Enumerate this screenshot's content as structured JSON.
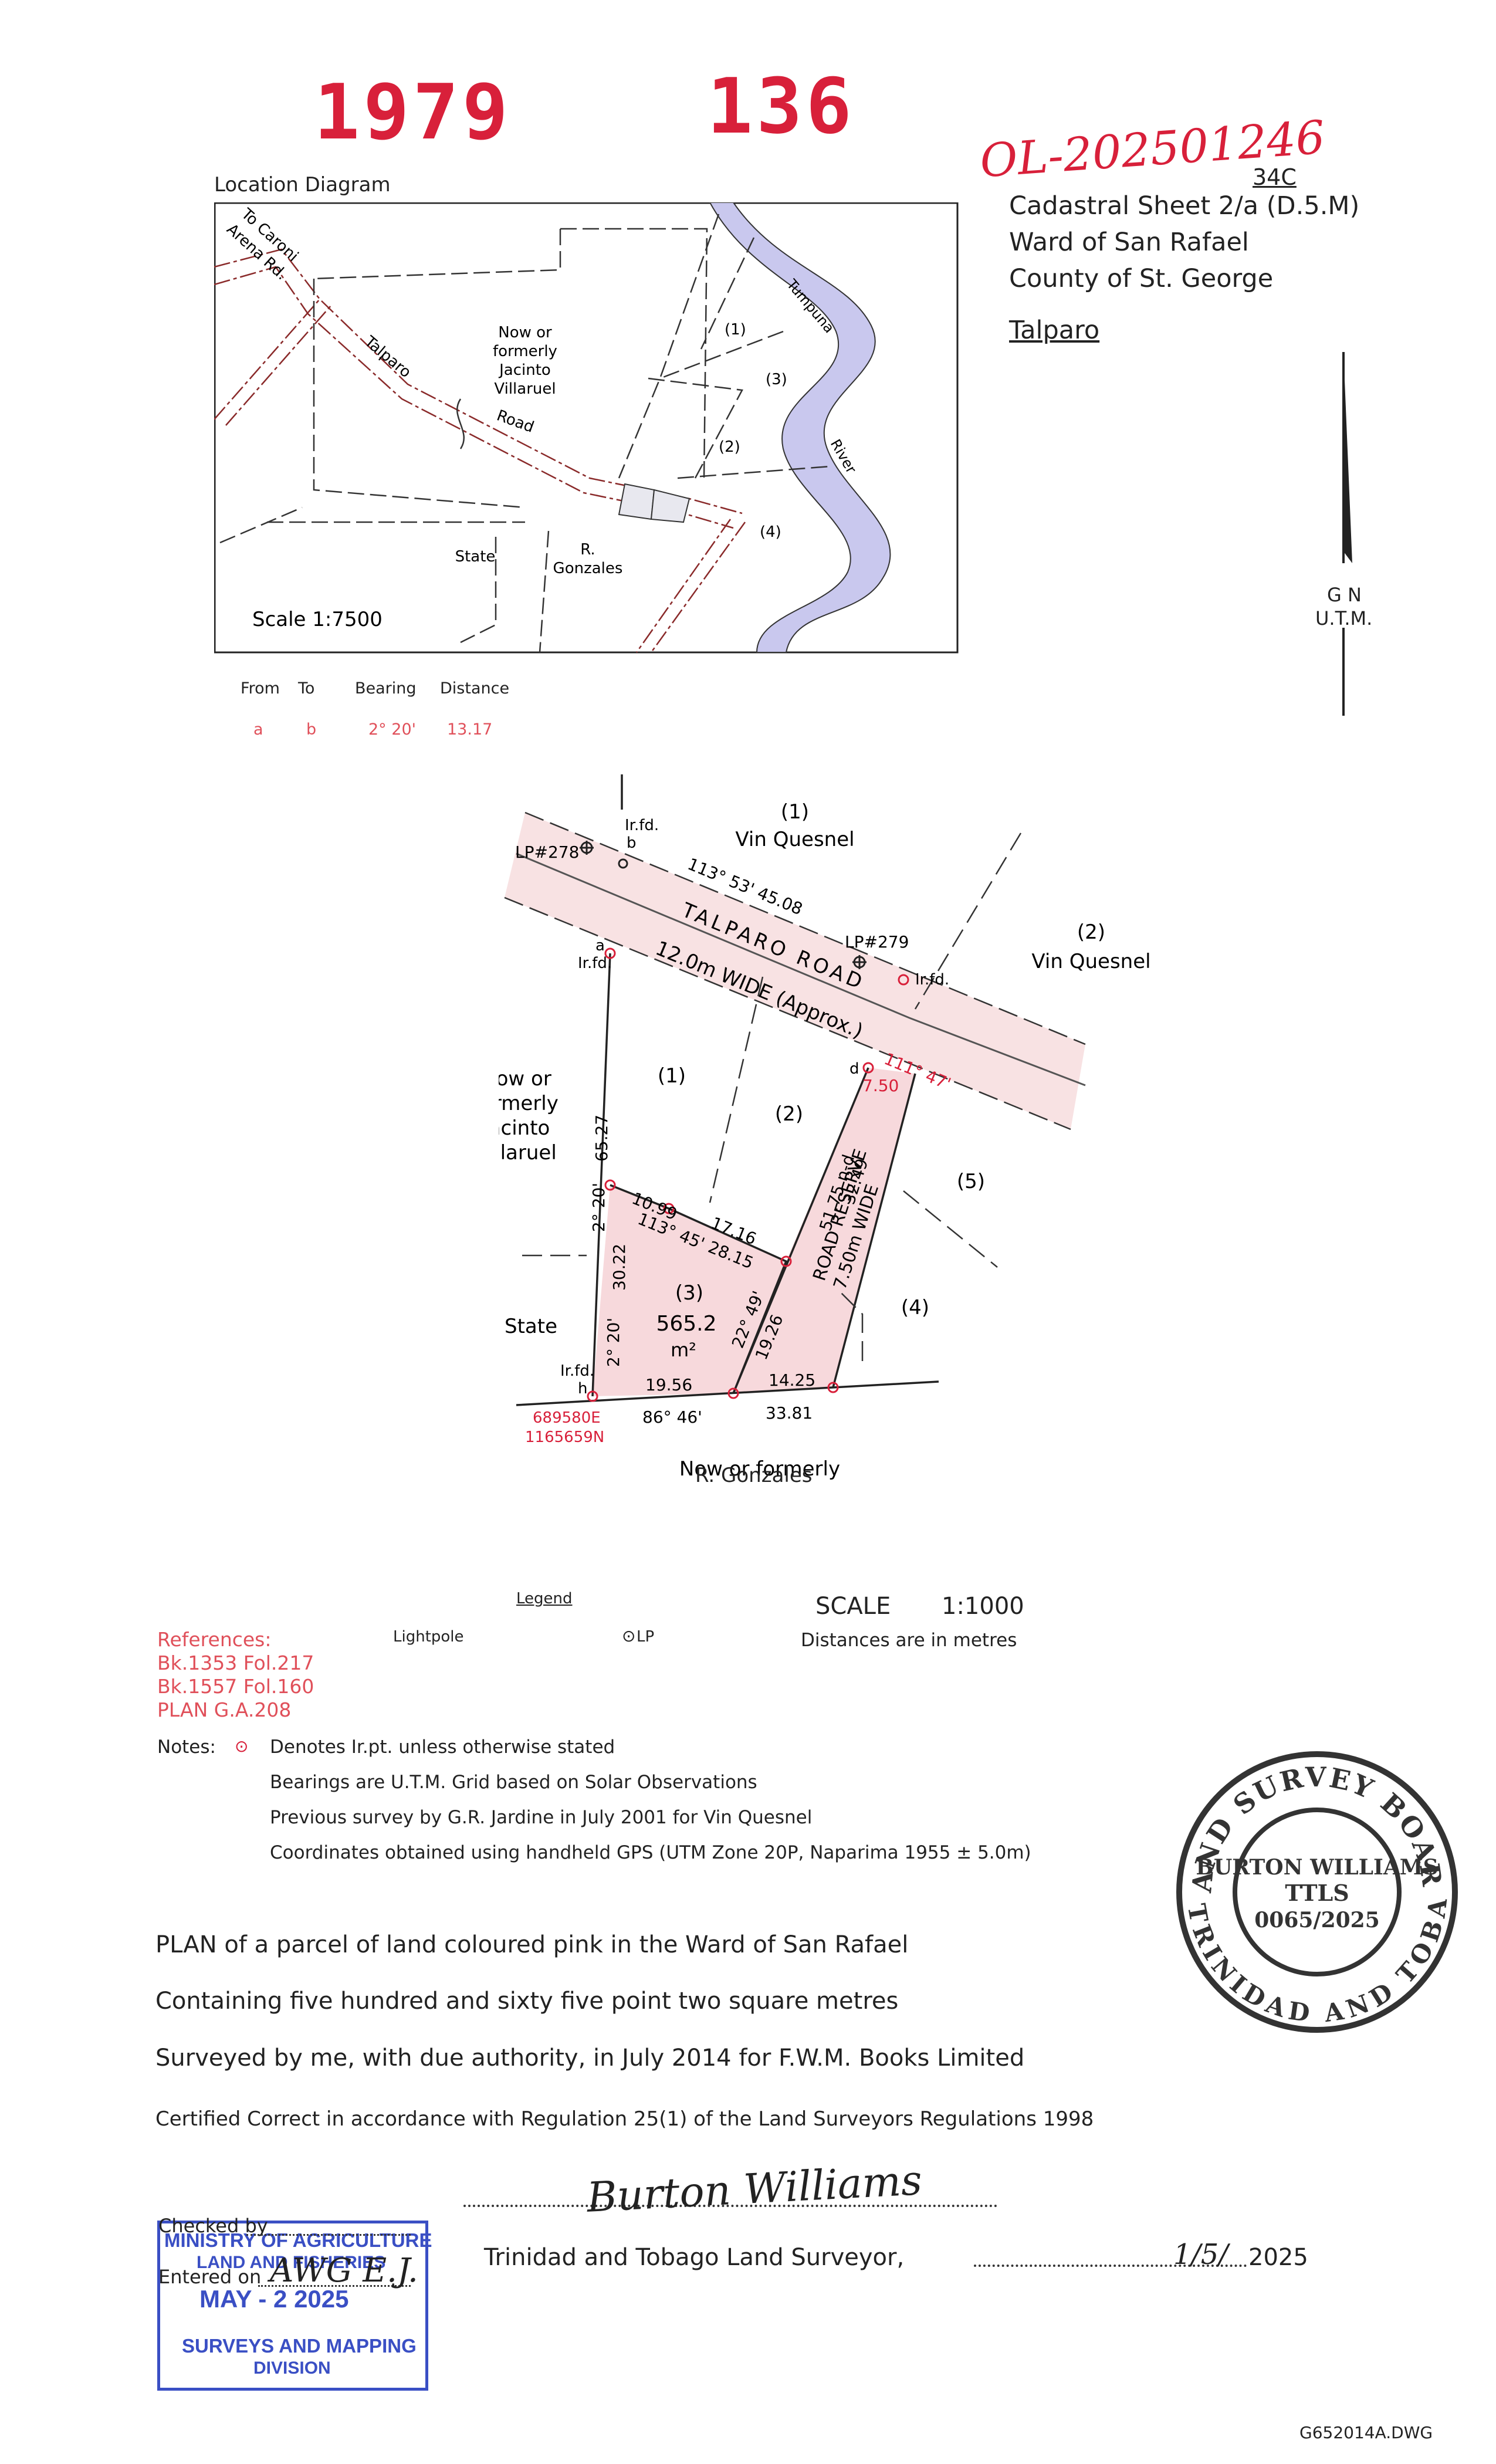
{
  "header": {
    "vol_number": "1979",
    "folio_number": "136",
    "doc_ref_handwritten": "OL-202501246",
    "sheet_superscript": "34C",
    "cadastral_sheet": "Cadastral Sheet 2/a (D.5.M)",
    "ward": "Ward of San Rafael",
    "county": "County of St. George",
    "district": "Talparo"
  },
  "location_diagram": {
    "title": "Location Diagram",
    "scale": "Scale 1:7500",
    "labels": {
      "to_caroni": "To Caroni",
      "arena_rd": "Arena Rd.",
      "talparo": "Talparo",
      "road": "Road",
      "owner_line1": "Now or",
      "owner_line2": "formerly",
      "owner_line3": "Jacinto",
      "owner_line4": "Villaruel",
      "state": "State",
      "gonzales_1": "R.",
      "gonzales_2": "Gonzales",
      "tumpuna": "Tumpuna",
      "river": "River",
      "p1": "(1)",
      "p2": "(2)",
      "p3": "(3)",
      "p4": "(4)"
    }
  },
  "north_arrow": {
    "gn": "G N",
    "utm": "U.T.M."
  },
  "bearing_table": {
    "headers": [
      "From",
      "To",
      "Bearing",
      "Distance"
    ],
    "row": [
      "a",
      "b",
      "2° 20'",
      "13.17"
    ]
  },
  "plan": {
    "lp278": "LP#278",
    "lp279": "LP#279",
    "irfd": "Ir.fd.",
    "pt_a": "a",
    "pt_b": "b",
    "pt_d": "d",
    "pt_h": "h",
    "vin_quesnel_1_num": "(1)",
    "vin_quesnel_1": "Vin Quesnel",
    "vin_quesnel_2_num": "(2)",
    "vin_quesnel_2": "Vin Quesnel",
    "road_name": "TALPARO ROAD",
    "road_width": "12.0m WIDE (Approx.)",
    "bearing_road": "113° 53' 45.08",
    "bearing_d_1": "111° 47'",
    "bearing_d_2": "7.50",
    "owner_1": "Now or",
    "owner_2": "formerly",
    "owner_3": "Jacinto",
    "owner_4": "Villaruel",
    "lot1": "(1)",
    "lot2": "(2)",
    "lot3": "(3)",
    "lot4": "(4)",
    "lot5": "(5)",
    "dist_6527": "65.27",
    "ang_220_a": "2° 20'",
    "dist_3022": "30.22",
    "ang_220_b": "2° 20'",
    "dist_1099": "10.99",
    "ang_11345": "113° 45'",
    "dist_1716": "17.16",
    "dist_2815": "28.15",
    "dist_5175": "51.75 n-d",
    "dist_3249": "32.49",
    "road_reserve_1": "ROAD RESERVE",
    "road_reserve_2": "7.50m WIDE",
    "area": "565.2",
    "area_unit": "m²",
    "ang_2249": "22° 49'",
    "dist_1926": "19.26",
    "dist_1956": "19.56",
    "dist_1425": "14.25",
    "ang_8646": "86° 46'",
    "dist_3381": "33.81",
    "easting": "689580E",
    "northing": "1165659N",
    "state": "State",
    "gonzales_1": "Now or formerly",
    "gonzales_2": "R. Gonzales"
  },
  "legend": {
    "title": "Legend",
    "lightpole": "Lightpole",
    "lp_symbol": "LP"
  },
  "scale": {
    "label": "SCALE",
    "value": "1:1000",
    "units": "Distances are in metres"
  },
  "references": {
    "title": "References:",
    "items": [
      "Bk.1353 Fol.217",
      "Bk.1557 Fol.160",
      "PLAN G.A.208"
    ]
  },
  "notes": {
    "title": "Notes:",
    "items": [
      "Denotes Ir.pt. unless otherwise stated",
      "Bearings are U.T.M. Grid based on Solar Observations",
      "Previous survey by G.R. Jardine in July 2001 for Vin Quesnel",
      "Coordinates obtained using handheld GPS (UTM Zone 20P, Naparima 1955 ± 5.0m)"
    ]
  },
  "statements": {
    "plan": "PLAN of a parcel of land coloured pink in the Ward of San Rafael",
    "containing": "Containing five hundred and sixty five point two square metres",
    "surveyed": "Surveyed by me, with due authority, in July 2014 for F.W.M. Books Limited",
    "certified": "Certified Correct in accordance with Regulation 25(1) of the Land Surveyors Regulations 1998"
  },
  "seal": {
    "top_arc": "LAND SURVEY BOARD",
    "bottom_arc": "OF TRINIDAD AND TOBAGO",
    "name": "BURTON WILLIAMS",
    "ttls": "TTLS",
    "number": "0065/2025"
  },
  "signature": {
    "mark": "Burton Williams",
    "surveyor_label": "Trinidad and Tobago Land Surveyor,",
    "date_day": "1/5/",
    "date_year": "2025"
  },
  "ministry_stamp": {
    "line1": "MINISTRY OF AGRICULTURE",
    "line2": "LAND AND FISHERIES",
    "date": "MAY - 2 2025",
    "line4": "SURVEYS AND MAPPING",
    "line5": "DIVISION",
    "checked_by": "Checked by",
    "entered_on": "Entered on",
    "initials": "AWG E.J."
  },
  "footer": {
    "drawing_id": "G652014A.DWG"
  },
  "colors": {
    "parcel_pink": "#f7d9dc",
    "road_pink": "#f8e2e3",
    "river": "#c9c8ee",
    "stamp_blue": "#3a4fc4",
    "ink_red": "#d8203a"
  }
}
